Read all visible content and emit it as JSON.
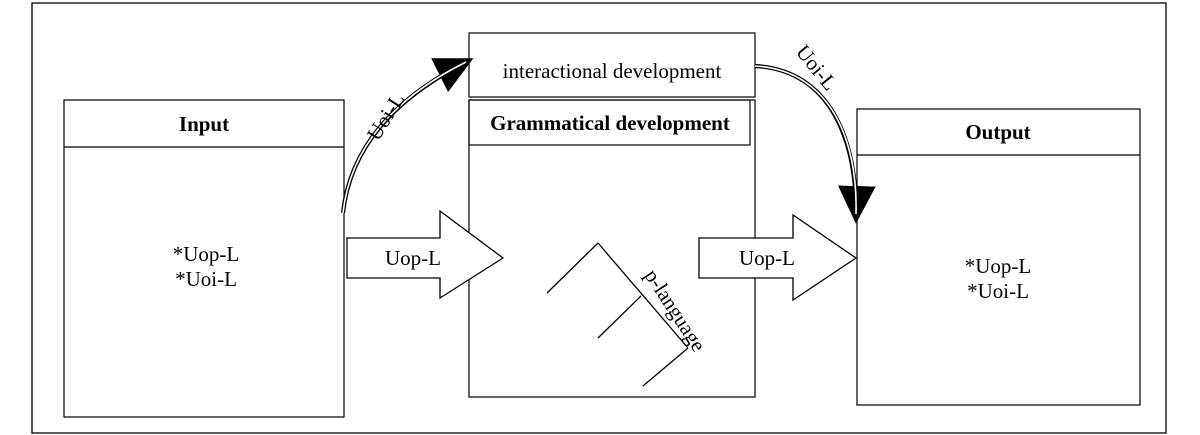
{
  "input_box": {
    "title": "Input",
    "lines": [
      "*Uop-L",
      "*Uoi-L"
    ]
  },
  "middle_box": {
    "top_label": "interactional development",
    "header": "Grammatical development",
    "tree_label": "p-language"
  },
  "output_box": {
    "title": "Output",
    "lines": [
      "*Uop-L",
      "*Uoi-L"
    ]
  },
  "arrows": {
    "input_to_middle": "Uop-L",
    "middle_to_output": "Uop-L",
    "curve_input_to_top": "Uoi-L",
    "curve_top_to_output": "Uoi-L"
  }
}
